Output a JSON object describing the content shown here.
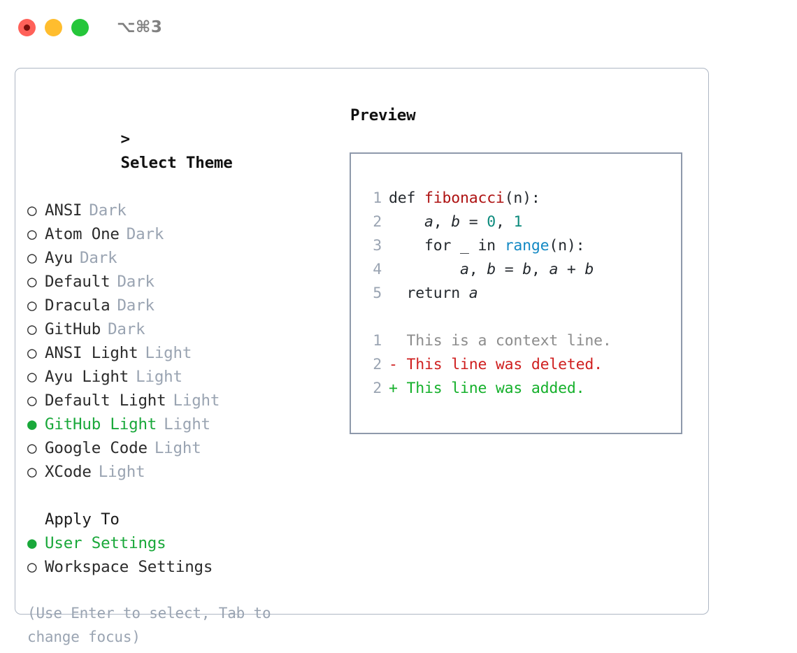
{
  "titlebar": {
    "shortcut": "⌥⌘3",
    "lights": [
      "close-red",
      "minimize-yellow",
      "maximize-green"
    ]
  },
  "theme_picker": {
    "heading_marker": ">",
    "heading": "Select Theme",
    "unselected_marker": "○",
    "selected_marker": "●",
    "options": [
      {
        "name": "ANSI",
        "tag": "Dark",
        "selected": false
      },
      {
        "name": "Atom One",
        "tag": "Dark",
        "selected": false
      },
      {
        "name": "Ayu",
        "tag": "Dark",
        "selected": false
      },
      {
        "name": "Default",
        "tag": "Dark",
        "selected": false
      },
      {
        "name": "Dracula",
        "tag": "Dark",
        "selected": false
      },
      {
        "name": "GitHub",
        "tag": "Dark",
        "selected": false
      },
      {
        "name": "ANSI Light",
        "tag": "Light",
        "selected": false
      },
      {
        "name": "Ayu Light",
        "tag": "Light",
        "selected": false
      },
      {
        "name": "Default Light",
        "tag": "Light",
        "selected": false
      },
      {
        "name": "GitHub Light",
        "tag": "Light",
        "selected": true
      },
      {
        "name": "Google Code",
        "tag": "Light",
        "selected": false
      },
      {
        "name": "XCode",
        "tag": "Light",
        "selected": false
      }
    ]
  },
  "apply_to": {
    "heading": "Apply To",
    "options": [
      {
        "name": "User Settings",
        "selected": true
      },
      {
        "name": "Workspace Settings",
        "selected": false
      }
    ]
  },
  "hint": "(Use Enter to select, Tab to change focus)",
  "preview": {
    "title": "Preview",
    "code_lines": [
      {
        "no": "1",
        "segments": [
          {
            "t": "def ",
            "k": "plain"
          },
          {
            "t": "fibonacci",
            "k": "fn"
          },
          {
            "t": "(n):",
            "k": "plain"
          }
        ]
      },
      {
        "no": "2",
        "segments": [
          {
            "t": "    ",
            "k": "plain"
          },
          {
            "t": "a",
            "k": "var"
          },
          {
            "t": ", ",
            "k": "plain"
          },
          {
            "t": "b",
            "k": "var"
          },
          {
            "t": " = ",
            "k": "plain"
          },
          {
            "t": "0",
            "k": "num"
          },
          {
            "t": ", ",
            "k": "plain"
          },
          {
            "t": "1",
            "k": "num"
          }
        ]
      },
      {
        "no": "3",
        "segments": [
          {
            "t": "    for _ in ",
            "k": "plain"
          },
          {
            "t": "range",
            "k": "call"
          },
          {
            "t": "(n):",
            "k": "plain"
          }
        ]
      },
      {
        "no": "4",
        "segments": [
          {
            "t": "        ",
            "k": "plain"
          },
          {
            "t": "a",
            "k": "var"
          },
          {
            "t": ", ",
            "k": "plain"
          },
          {
            "t": "b",
            "k": "var"
          },
          {
            "t": " = ",
            "k": "plain"
          },
          {
            "t": "b",
            "k": "var"
          },
          {
            "t": ", ",
            "k": "plain"
          },
          {
            "t": "a",
            "k": "var"
          },
          {
            "t": " + ",
            "k": "plain"
          },
          {
            "t": "b",
            "k": "var"
          }
        ]
      },
      {
        "no": "5",
        "segments": [
          {
            "t": "  return ",
            "k": "plain"
          },
          {
            "t": "a",
            "k": "var"
          }
        ]
      }
    ],
    "diff_lines": [
      {
        "no": "1",
        "sign": " ",
        "text": " This is a context line.",
        "kind": "ctx"
      },
      {
        "no": "2",
        "sign": "-",
        "text": " This line was deleted.",
        "kind": "del"
      },
      {
        "no": "2",
        "sign": "+",
        "text": " This line was added.",
        "kind": "add"
      }
    ]
  },
  "colors": {
    "selected_green": "#19a83a",
    "dim_text": "#9aa4b2",
    "fn_red": "#ae1212",
    "num_teal": "#0d8b7d",
    "call_blue": "#1389c4",
    "diff_delete": "#cf1f1f",
    "diff_add": "#15b02b",
    "diff_context": "#8c8c8c",
    "border": "#aeb7c4",
    "preview_border": "#8e99ab"
  }
}
